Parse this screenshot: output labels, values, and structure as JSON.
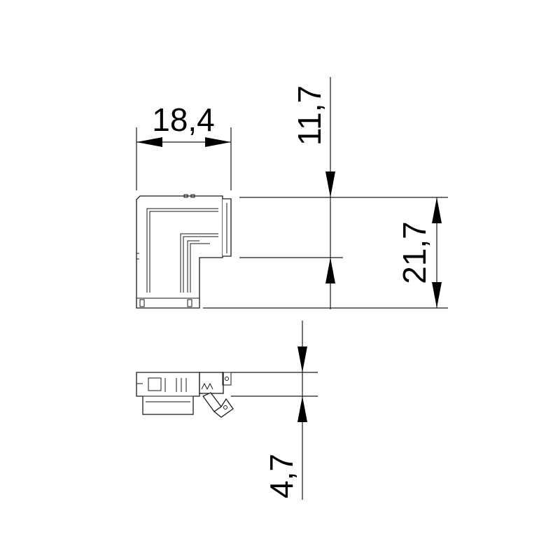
{
  "dimensions": {
    "width_top": "18,4",
    "height_upper": "11,7",
    "height_total": "21,7",
    "height_lower": "4,7"
  },
  "colors": {
    "line": "#1a1a1a",
    "background": "#ffffff"
  }
}
